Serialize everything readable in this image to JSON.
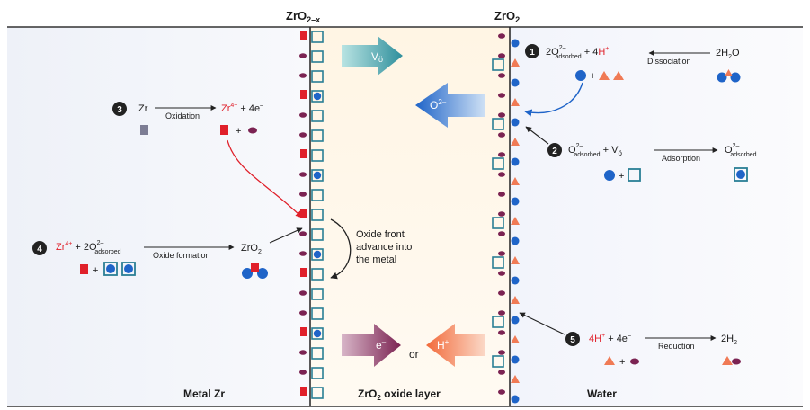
{
  "headers": {
    "zro2x": "ZrO",
    "zro2x_sub": "2–x",
    "zro2": "ZrO",
    "zro2_sub": "2"
  },
  "regions": {
    "metal": "Metal Zr",
    "oxide_pre": "ZrO",
    "oxide_sub": "2",
    "oxide_post": " oxide layer",
    "water": "Water"
  },
  "flux": {
    "vo_main": "V",
    "vo_sub": "ö",
    "o2": "O",
    "o2_sup": "2–",
    "e": "e",
    "e_sup": "–",
    "or": "or",
    "h": "H",
    "h_sup": "+"
  },
  "steps": [
    {
      "num": "1",
      "lhs_a": "2O",
      "lhs_sup": "2–",
      "lhs_sub": "adsorbed",
      "lhs_b": " + 4",
      "lhs_h": "H",
      "lhs_hsup": "+",
      "label": "Dissociation",
      "rhs": "2H",
      "rhs_sub": "2",
      "rhs_b": "O"
    },
    {
      "num": "2",
      "lhs_a": "O",
      "lhs_sup": "2–",
      "lhs_sub": "adsorbed",
      "lhs_b": " + V",
      "lhs_vsub": "ö",
      "label": "Adsorption",
      "rhs": "O",
      "rhs_sup": "2–",
      "rhs_sub": "adsorbed"
    },
    {
      "num": "3",
      "lhs": "Zr",
      "label": "Oxidation",
      "rhs_a": "Zr",
      "rhs_sup": "4+",
      "rhs_b": " + 4e",
      "rhs_esup": "–"
    },
    {
      "num": "4",
      "lhs_a": "Zr",
      "lhs_sup": "4+",
      "lhs_b": " + 2O",
      "lhs_osup": "2–",
      "lhs_osub": "adsorbed",
      "label": "Oxide formation",
      "rhs": "ZrO",
      "rhs_sub": "2"
    },
    {
      "num": "5",
      "lhs_a": "4H",
      "lhs_sup": "+",
      "lhs_b": " + 4e",
      "lhs_esup": "–",
      "label": "Reduction",
      "rhs": "2H",
      "rhs_sub": "2"
    }
  ],
  "front_note": [
    "Oxide front",
    "advance into",
    "the metal"
  ],
  "colors": {
    "blue": "#1f64c8",
    "red": "#e0202a",
    "orange": "#f07a55",
    "purple": "#7b2352",
    "teal": "#2a7f95",
    "grey": "#7d7d94"
  }
}
